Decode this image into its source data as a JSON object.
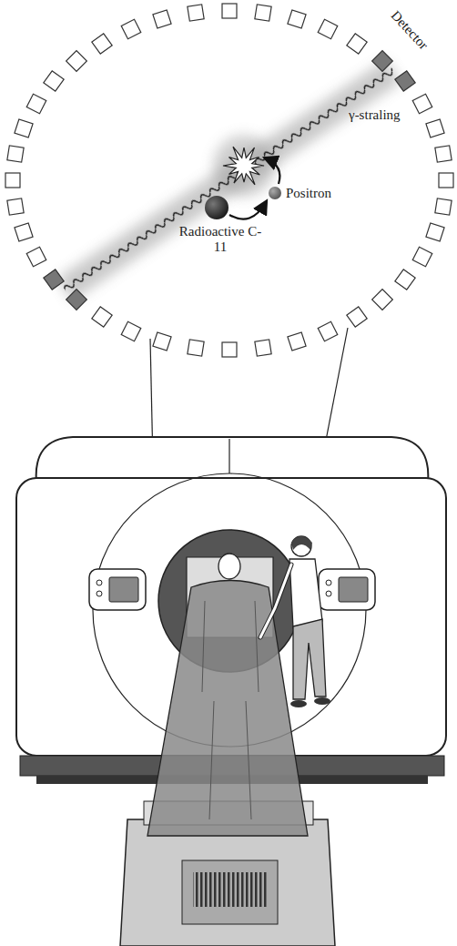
{
  "diagram": {
    "labels": [
      "Detector",
      "γ-straling",
      "Positron",
      "Radioactive C-11"
    ]
  }
}
